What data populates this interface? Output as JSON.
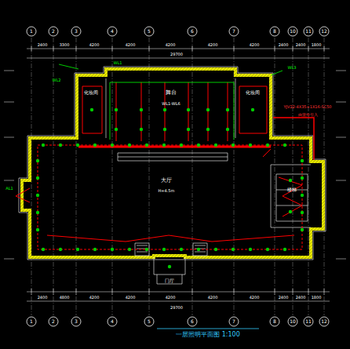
{
  "diagram": {
    "title": "一层照明平面图 1:100",
    "labels": [
      "1",
      "2",
      "3",
      "4",
      "5",
      "6",
      "7",
      "8",
      "10",
      "11",
      "12",
      "2400",
      "3300",
      "4200",
      "4200",
      "4200",
      "4200",
      "4200",
      "2400",
      "2400",
      "1800",
      "29700",
      "化妆间",
      "舞台",
      "WL1-WL6",
      "化妆间",
      "大厅",
      "H=4.5m",
      "楼梯",
      "门厅",
      "YJV22-4X35+1X16-SC50",
      "由室外引入",
      "WL1",
      "WL2",
      "WL3",
      "AL1",
      "2400",
      "4800",
      "4200",
      "4200",
      "4200",
      "4200",
      "4200",
      "2400",
      "2400",
      "1800",
      "29700",
      "1",
      "2",
      "3",
      "4",
      "5",
      "6",
      "7",
      "8",
      "10",
      "11",
      "12"
    ]
  }
}
